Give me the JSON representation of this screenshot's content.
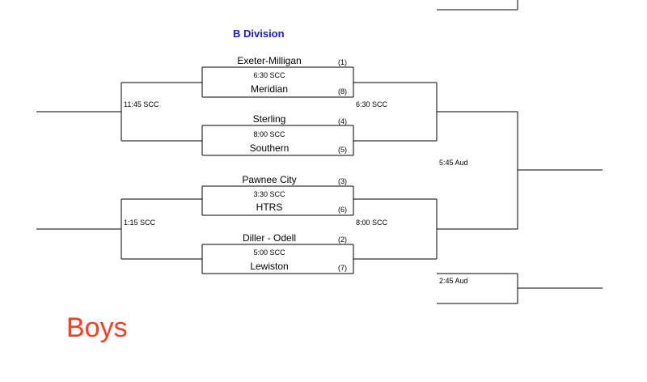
{
  "title": "B Division",
  "footer_label": "Boys",
  "colors": {
    "title": "#1a1adb",
    "footer": "#ff3b1f",
    "lines": "#000000"
  },
  "first_round": [
    {
      "team_top": "Exeter-Milligan",
      "seed_top": "(1)",
      "time": "6:30 SCC",
      "team_bottom": "Meridian",
      "seed_bottom": "(8)"
    },
    {
      "team_top": "Sterling",
      "seed_top": "(4)",
      "time": "8:00 SCC",
      "team_bottom": "Southern",
      "seed_bottom": "(5)"
    },
    {
      "team_top": "Pawnee City",
      "seed_top": "(3)",
      "time": "3:30 SCC",
      "team_bottom": "HTRS",
      "seed_bottom": "(6)"
    },
    {
      "team_top": "Diller - Odell",
      "seed_top": "(2)",
      "time": "5:00 SCC",
      "team_bottom": "Lewiston",
      "seed_bottom": "(7)"
    }
  ],
  "consolation_times": [
    "11:45 SCC",
    "1:15 SCC"
  ],
  "semifinal_times": [
    "6:30 SCC",
    "8:00 SCC"
  ],
  "final_time": "5:45 Aud",
  "third_place_time": "2:45 Aud"
}
